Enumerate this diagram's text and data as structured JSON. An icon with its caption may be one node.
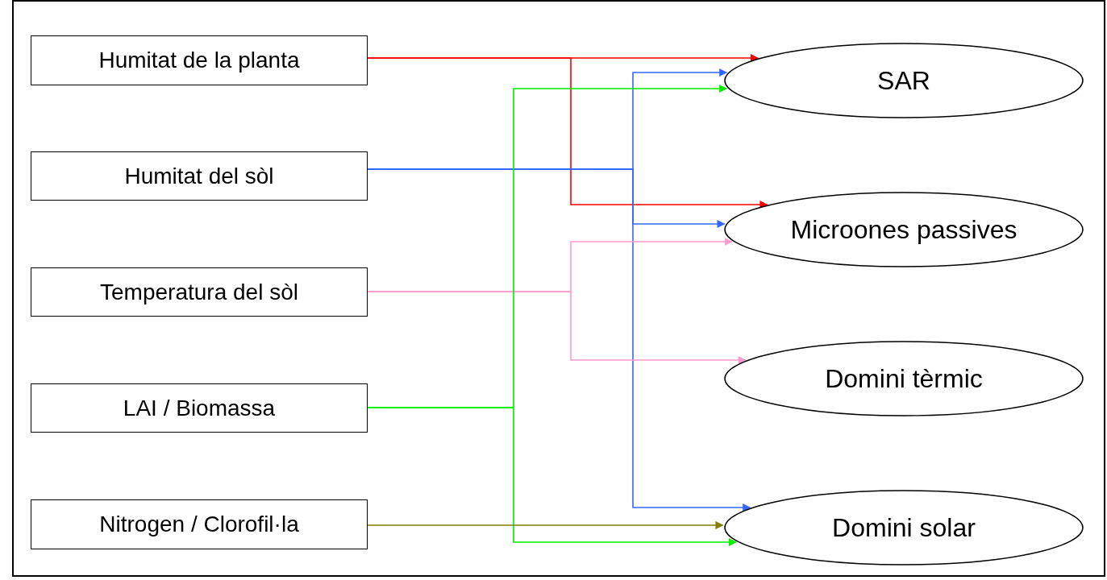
{
  "diagram": {
    "nodes": [
      {
        "text": [
          "Humitat de la planta"
        ]
      },
      {
        "text": [
          "Humitat del sòl"
        ]
      },
      {
        "text": [
          "Temperatura del sòl"
        ]
      },
      {
        "text": [
          "LAI / Biomassa"
        ]
      },
      {
        "text": [
          "Nitrogen / Clorofil·la"
        ]
      },
      {
        "text": [
          "SAR"
        ]
      },
      {
        "text": [
          "Microones passives"
        ]
      },
      {
        "text": [
          "Domini tèrmic"
        ]
      },
      {
        "text": [
          "Domini solar"
        ]
      }
    ],
    "edges": [
      {
        "from": 0,
        "to": 5,
        "arrow": "to",
        "color": "#ff0000"
      },
      {
        "from": 0,
        "to": 6,
        "arrow": "to",
        "color": "#ff0000"
      },
      {
        "from": 1,
        "to": 5,
        "arrow": "to",
        "color": "#3366ff"
      },
      {
        "from": 1,
        "to": 6,
        "arrow": "to",
        "color": "#3366ff"
      },
      {
        "from": 1,
        "to": 8,
        "arrow": "to",
        "color": "#3366ff"
      },
      {
        "from": 2,
        "to": 6,
        "arrow": "to",
        "color": "#ff99cc"
      },
      {
        "from": 2,
        "to": 7,
        "arrow": "to",
        "color": "#ff99cc"
      },
      {
        "from": 3,
        "to": 5,
        "arrow": "to",
        "color": "#00ee00"
      },
      {
        "from": 3,
        "to": 8,
        "arrow": "to",
        "color": "#00ee00"
      },
      {
        "from": 4,
        "to": 8,
        "arrow": "to",
        "color": "#808000"
      }
    ]
  }
}
